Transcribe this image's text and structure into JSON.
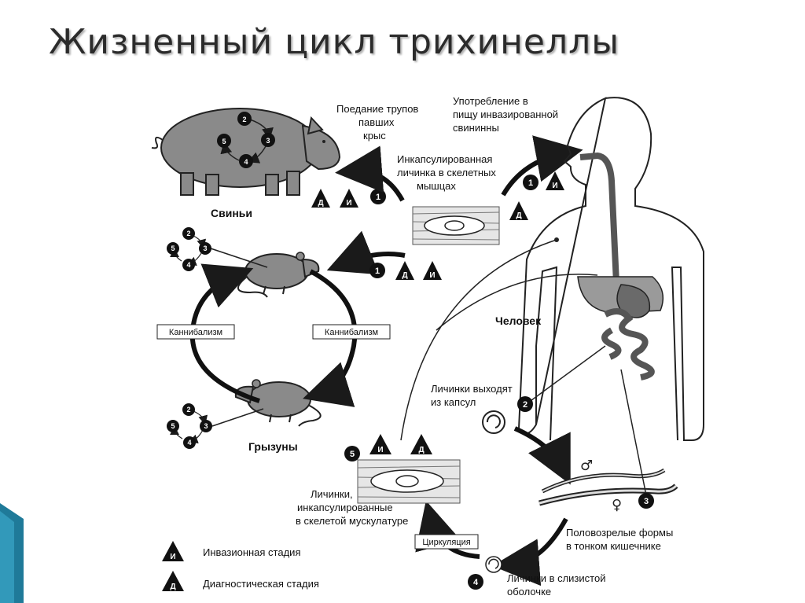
{
  "title": "Жизненный цикл трихинеллы",
  "labels": {
    "pigs": "Свиньи",
    "rodents": "Грызуны",
    "human": "Человек",
    "eating_rats_1": "Поедание трупов",
    "eating_rats_2": "павших",
    "eating_rats_3": "крыс",
    "pork_1": "Употребление в",
    "pork_2": "пищу инвазированной",
    "pork_3": "свининны",
    "encapsulated_1": "Инкапсулированная",
    "encapsulated_2": "личинка в скелетных",
    "encapsulated_3": "мышцах",
    "larvae_exit_1": "Личинки выходят",
    "larvae_exit_2": "из капсул",
    "mature_1": "Половозрелые формы",
    "mature_2": "в тонком кишечнике",
    "mucosa_1": "Личинки в слизистой",
    "mucosa_2": "оболочке",
    "muscle_larvae_1": "Личинки,",
    "muscle_larvae_2": "инкапсулированные",
    "muscle_larvae_3": "в скелетой мускулатуре",
    "cannibalism_left": "Каннибализм",
    "cannibalism_right": "Каннибализм",
    "circulation": "Циркуляция",
    "male_symbol": "♂",
    "female_symbol": "♀"
  },
  "legend": {
    "invasive_letter": "И",
    "invasive_text": "Инвазионная стадия",
    "diagnostic_letter": "Д",
    "diagnostic_text": "Диагностическая стадия"
  },
  "stage_numbers": {
    "n1": "1",
    "n2": "2",
    "n3": "3",
    "n4": "4",
    "n5": "5"
  },
  "colors": {
    "accent": "#1f7a99",
    "dark": "#1a1a1a",
    "gray": "#8a8a8a"
  }
}
